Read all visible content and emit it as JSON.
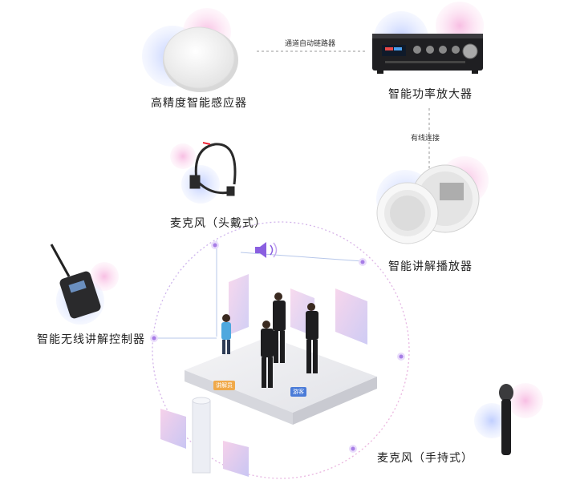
{
  "devices": {
    "sensor": "高精度智能感应器",
    "amplifier": "智能功率放大器",
    "headset_mic": "麦克风（头戴式）",
    "speaker": "智能讲解播放器",
    "controller": "智能无线讲解控制器",
    "handheld_mic": "麦克风（手持式）"
  },
  "connections": {
    "sensor_to_amplifier": "通道自动链路器",
    "amplifier_to_speaker": "有线连接"
  },
  "scene": {
    "guide_tag": "讲解员",
    "visitor_tag": "游客"
  },
  "colors": {
    "accent_blue": "#4a7bd8",
    "accent_pink": "#f4b4d8",
    "node_purple": "#b58de8"
  }
}
